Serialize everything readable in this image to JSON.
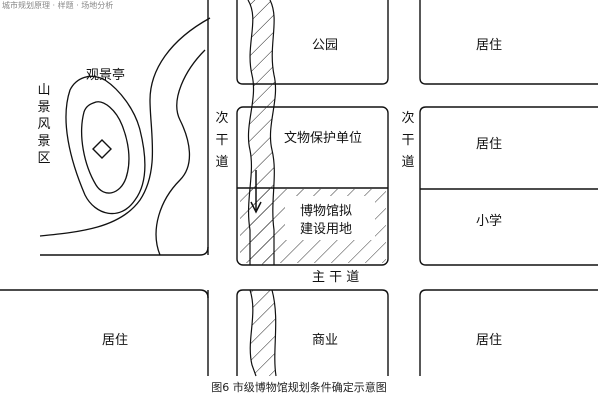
{
  "header": {
    "text": "城市规划原理 · 样题 · 场地分析"
  },
  "labels": {
    "park": "公园",
    "residential_top_right": "居住",
    "cultural_unit": "文物保护单位",
    "residential_mid_right": "居住",
    "school": "小学",
    "museum_line1": "博物馆拟",
    "museum_line2": "建设用地",
    "main_road": "主 干 道",
    "residential_bottom_left": "居住",
    "commercial": "商业",
    "residential_bottom_right": "居住",
    "pavilion": "观景亭",
    "scenic_area": "山景风景区",
    "secondary_road_left": "次干道",
    "secondary_road_right": "次干道"
  },
  "caption": "图6   市级博物馆规划条件确定示意图"
}
